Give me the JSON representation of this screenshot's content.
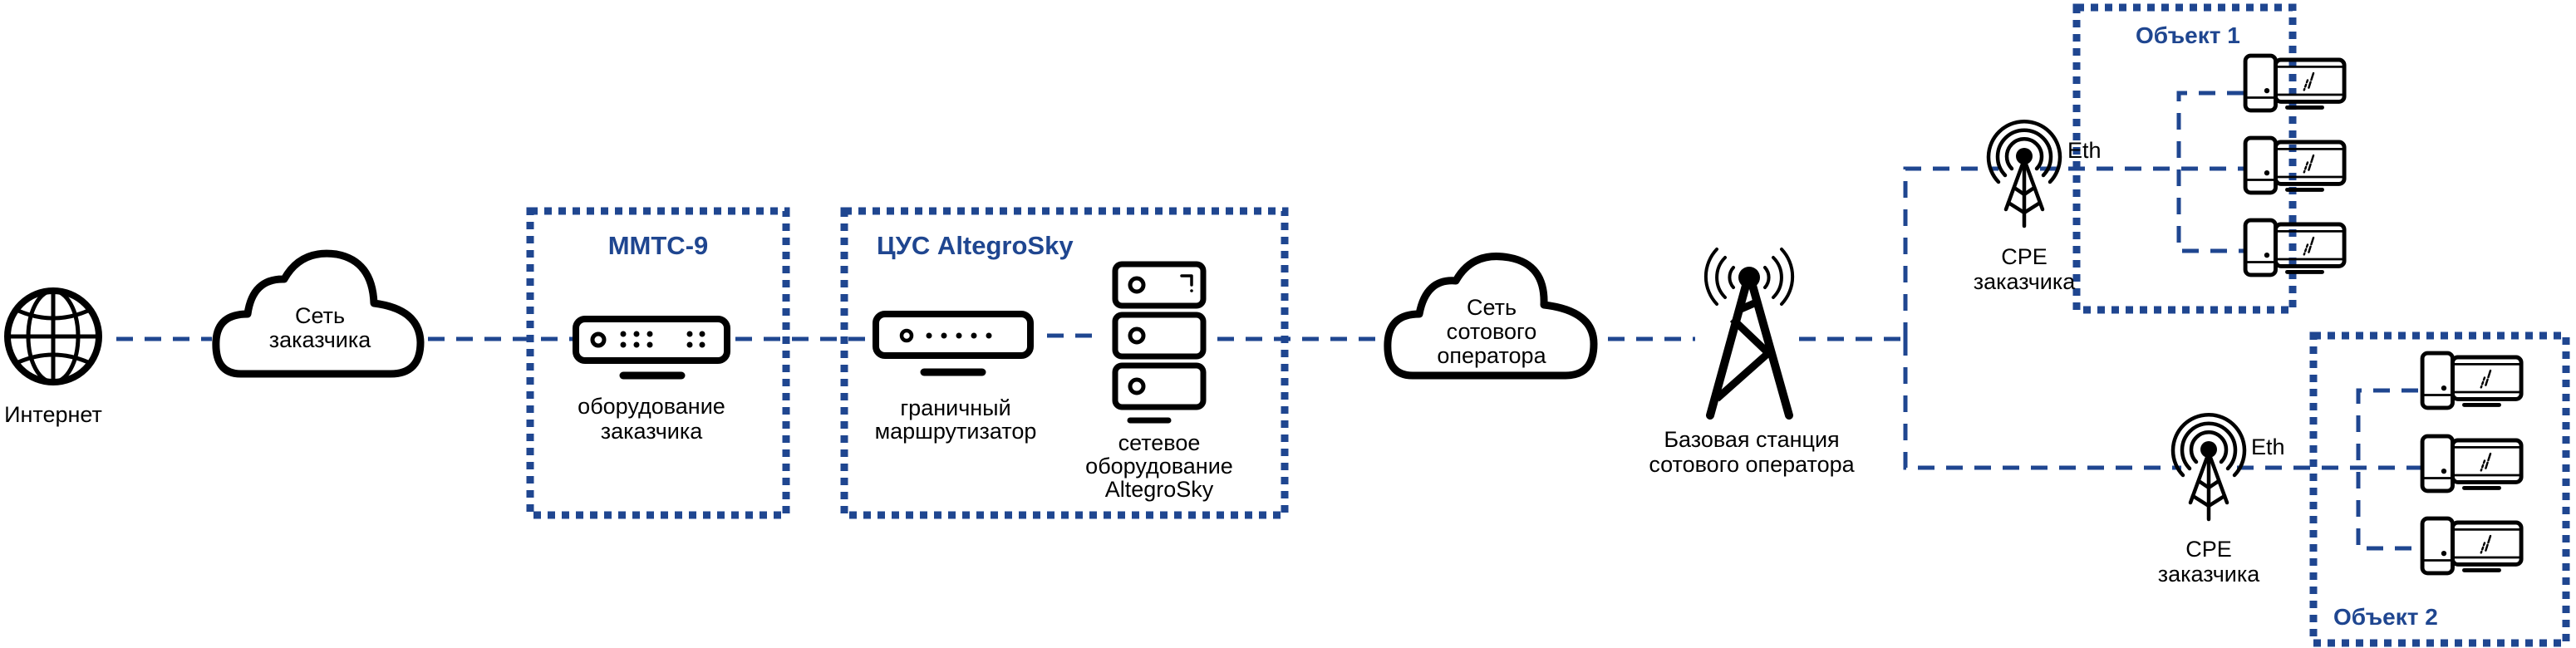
{
  "colors": {
    "accent": "#1f4690",
    "icon": "#000000",
    "background": "#ffffff"
  },
  "nodes": {
    "internet": {
      "label": "Интернет",
      "icon": "globe-icon"
    },
    "customer_network": {
      "label_lines": [
        "Сеть",
        "заказчика"
      ],
      "icon": "cloud-icon"
    },
    "customer_equipment": {
      "label_lines": [
        "оборудование",
        "заказчика"
      ],
      "icon": "router-icon"
    },
    "border_router": {
      "label_lines": [
        "граничный",
        "маршрутизатор"
      ],
      "icon": "router-icon"
    },
    "altegrosky_equipment": {
      "label_lines": [
        "сетевое",
        "оборудование",
        "AltegroSky"
      ],
      "icon": "server-stack-icon"
    },
    "cellular_network": {
      "label_lines": [
        "Сеть",
        "сотового",
        "оператора"
      ],
      "icon": "cloud-icon"
    },
    "base_station": {
      "label_lines": [
        "Базовая станция",
        "сотового оператора"
      ],
      "icon": "cell-tower-icon"
    },
    "cpe_1": {
      "label_lines": [
        "CPE",
        "заказчика"
      ],
      "icon": "antenna-icon",
      "link_label": "Eth"
    },
    "cpe_2": {
      "label_lines": [
        "CPE",
        "заказчика"
      ],
      "icon": "antenna-icon",
      "link_label": "Eth"
    }
  },
  "groups": {
    "mmts": {
      "title": "ММТС-9"
    },
    "cus": {
      "title": "ЦУС AltegroSky"
    },
    "object_1": {
      "title": "Объект 1",
      "workstations": 3
    },
    "object_2": {
      "title": "Объект 2",
      "workstations": 3
    }
  }
}
